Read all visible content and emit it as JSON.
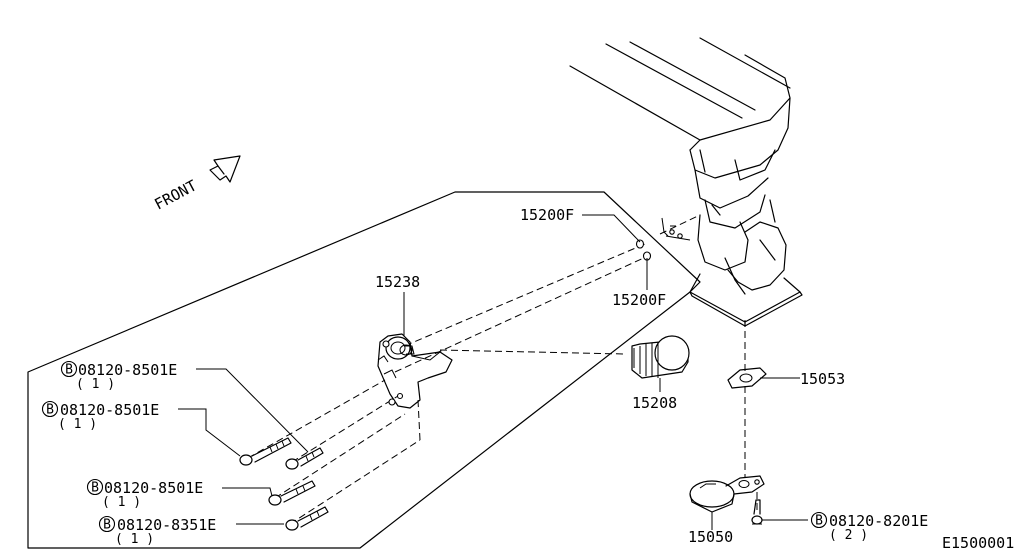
{
  "direction_label": "FRONT",
  "diagram_code": "E1500001",
  "bolt_prefix": "B",
  "callouts": {
    "oil_filter_bracket": "15238",
    "oil_filter": "15208",
    "gasket_upper": "15200F",
    "gasket_lower": "15200F",
    "oil_strainer_gasket": "15053",
    "oil_strainer": "15050"
  },
  "bolts": [
    {
      "part_no": "08120-8501E",
      "qty": "( 1 )"
    },
    {
      "part_no": "08120-8501E",
      "qty": "( 1 )"
    },
    {
      "part_no": "08120-8501E",
      "qty": "( 1 )"
    },
    {
      "part_no": "08120-8351E",
      "qty": "( 1 )"
    },
    {
      "part_no": "08120-8201E",
      "qty": "( 2 )"
    }
  ]
}
